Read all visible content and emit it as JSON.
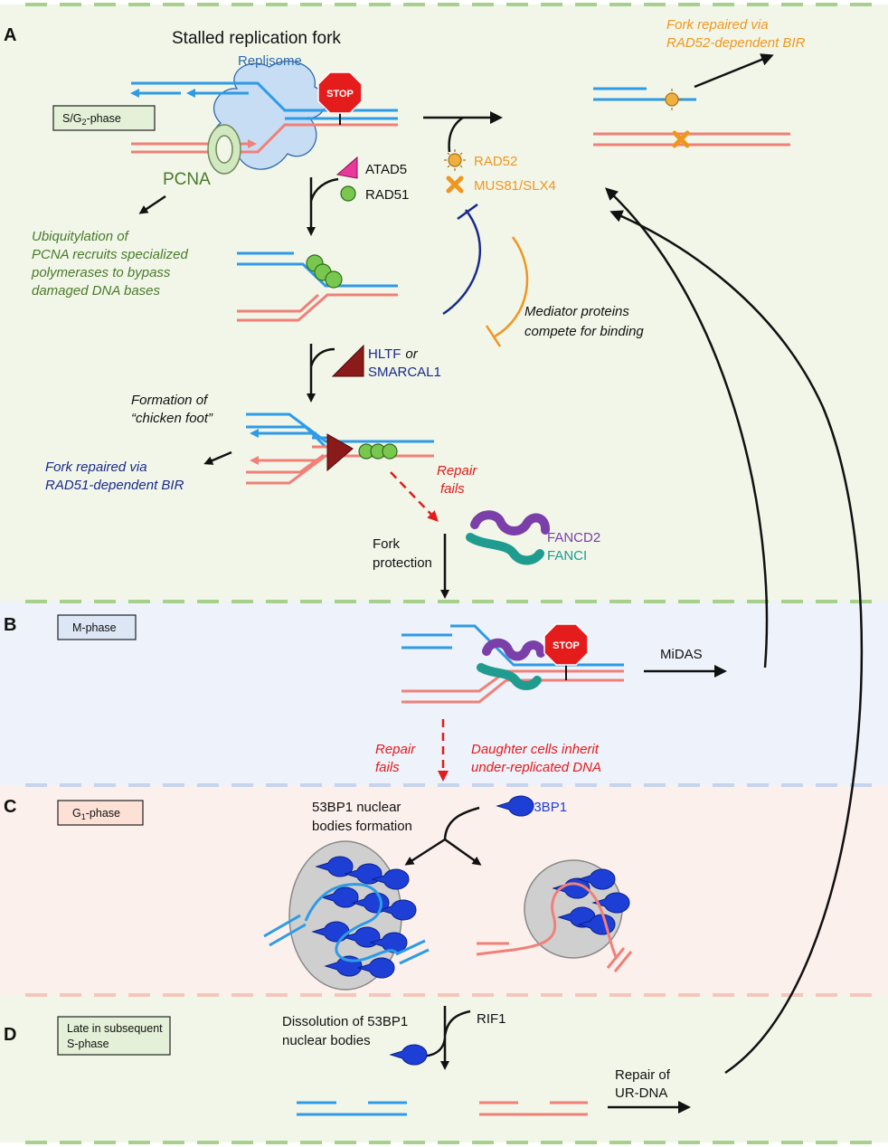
{
  "panels": {
    "a": {
      "letter": "A",
      "phase": "S/G",
      "phase_sub": "2",
      "phase_suffix": "-phase"
    },
    "b": {
      "letter": "B",
      "phase": "M-phase"
    },
    "c": {
      "letter": "C",
      "phase": "G",
      "phase_sub": "1",
      "phase_suffix": "-phase"
    },
    "d": {
      "letter": "D",
      "phase_line1": "Late in subsequent",
      "phase_line2": "S-phase"
    }
  },
  "labels": {
    "stalled_fork": "Stalled replication fork",
    "replisome": "Replisome",
    "stop": "STOP",
    "pcna": "PCNA",
    "atad5": "ATAD5",
    "rad51": "RAD51",
    "ub_pcna": [
      "Ubiquitylation of",
      "PCNA recruits specialized",
      "polymerases to bypass",
      "damaged DNA bases"
    ],
    "rad52": "RAD52",
    "mus81": "MUS81/SLX4",
    "bir52": [
      "Fork repaired via",
      "RAD52-dependent BIR"
    ],
    "mediator": [
      "Mediator proteins",
      "compete for binding"
    ],
    "hltf": "HLTF",
    "or": "or",
    "smarcal1": "SMARCAL1",
    "chicken": [
      "Formation of",
      "“chicken foot”"
    ],
    "bir51": [
      "Fork repaired via",
      "RAD51-dependent BIR"
    ],
    "repair_fails_1": [
      "Repair",
      "fails"
    ],
    "fancd2": "FANCD2",
    "fanci": "FANCI",
    "fork_protection": [
      "Fork",
      "protection"
    ],
    "midas": "MiDAS",
    "repair_fails_2": [
      "Repair",
      "fails"
    ],
    "daughter": [
      "Daughter cells inherit",
      "under-replicated DNA"
    ],
    "nb_formation": [
      "53BP1 nuclear",
      "bodies formation"
    ],
    "bp53": "53BP1",
    "dissolution": [
      "Dissolution of 53BP1",
      "nuclear bodies"
    ],
    "rif1": "RIF1",
    "repair_ur": [
      "Repair of",
      "UR-DNA"
    ]
  },
  "colors": {
    "blue_strand": "#2e9be6",
    "red_strand": "#f08078",
    "green_text": "#4a7a2a",
    "orange": "#f0961e",
    "navy": "#1a2a8c",
    "dark_red": "#8b1a1a",
    "red_text": "#e21b1b",
    "purple": "#7a3fa8",
    "teal": "#1f9b8f",
    "bp_blue": "#1d3fd6",
    "stop_red": "#e51c1c",
    "rad51_green": "#78c850",
    "bg_green": "#f1f6e9",
    "bg_blue": "#eef2fa",
    "bg_pink": "#fcf0ec"
  }
}
